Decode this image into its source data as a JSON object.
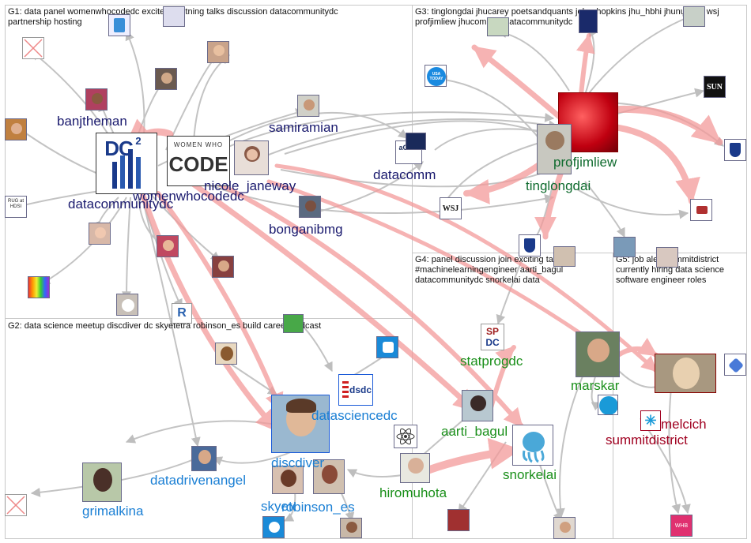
{
  "groups": [
    {
      "id": "G1",
      "label": "G1: data panel womenwhocodedc excited lightning talks discussion datacommunitydc partnership hosting"
    },
    {
      "id": "G2",
      "label": "G2: data science meetup discdiver dc skyetetra robinson_es build career podcast"
    },
    {
      "id": "G3",
      "label": "G3: tinglongdai jhucarey poetsandquants johnshopkins jhu_hbhi jhunursing wsj profjimliew jhucompsci datacommunitydc"
    },
    {
      "id": "G4",
      "label": "G4: panel discussion join exciting talk #machinelearningengineer aarti_bagul datacommunitydc snorkelai data"
    },
    {
      "id": "G5",
      "label": "G5: job alert summitdistrict currently hiring data science software engineer roles"
    }
  ],
  "labels": {
    "banjtheman": "banjtheman",
    "datacommunitydc": "datacommunitydc",
    "womenwhocodedc": "womenwhocodedc",
    "nicole_janeway": "nicole_janeway",
    "samiramian": "samiramian",
    "bonganibmg": "bonganibmg",
    "datacomm": "datacomm",
    "profjimliew": "profjimliew",
    "tinglongdai": "tinglongdai",
    "statprogdc": "statprogdc",
    "marskar": "marskar",
    "melcich": "melcich",
    "summitdistrict": "summitdistrict",
    "aarti_bagul": "aarti_bagul",
    "snorkelai": "snorkelai",
    "hiromuhota": "hiromuhota",
    "datasciencedc": "datasciencedc",
    "discdiver": "discdiver",
    "datadrivenangel": "datadrivenangel",
    "skyetetra": "skyetetra",
    "robinson_es": "robinson_es",
    "grimalkina": "grimalkina"
  },
  "logos": {
    "dc2": "DC",
    "dc2_sup": "2",
    "wwc_top": "WOMEN WHO",
    "wwc_main": "CODE",
    "wsj": "WSJ",
    "sun": "SUN",
    "usatoday": "USA TODAY",
    "dsdc": "dsdc",
    "spdc_top": "SP",
    "spdc_bottom": "DC",
    "rug": "RUG at HDSI",
    "r": "R",
    "whb": "WHB",
    "datacomm_logo": "aCom"
  },
  "colors": {
    "g1": "#1a1a6e",
    "g2": "#1a7fd4",
    "g3": "#0f6b2e",
    "g4": "#1a8f1a",
    "g5": "#a00020",
    "edge": "#b8b8b8",
    "strong_edge": "#f08a8a"
  }
}
